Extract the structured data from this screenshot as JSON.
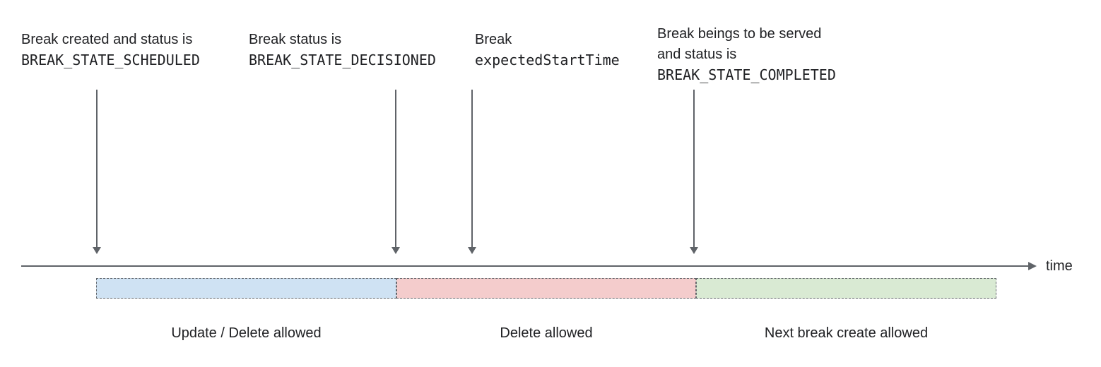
{
  "annotations": [
    {
      "text": "Break created and status is",
      "code": "BREAK_STATE_SCHEDULED"
    },
    {
      "text": "Break status is",
      "code": "BREAK_STATE_DECISIONED"
    },
    {
      "text": "Break",
      "code": "expectedStartTime"
    },
    {
      "text": "Break beings to be served",
      "text2": "and status is",
      "code": "BREAK_STATE_COMPLETED"
    }
  ],
  "timeline": {
    "axis_label": "time"
  },
  "segments": [
    {
      "label": "Update / Delete allowed",
      "color": "#cfe2f3"
    },
    {
      "label": "Delete allowed",
      "color": "#f4cccc"
    },
    {
      "label": "Next break create allowed",
      "color": "#d9ead3"
    }
  ],
  "colors": {
    "line": "#5f6368",
    "text": "#202124"
  }
}
